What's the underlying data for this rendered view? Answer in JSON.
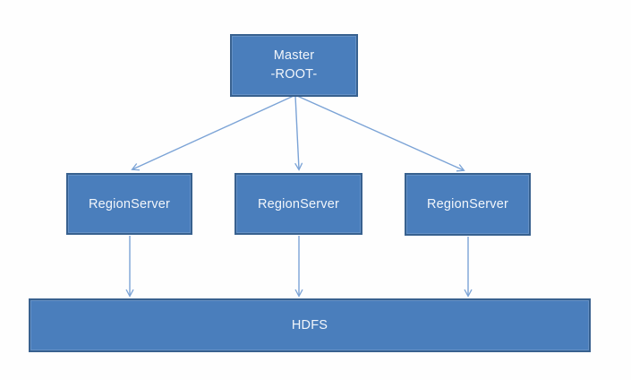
{
  "diagram": {
    "type": "architecture-diagram",
    "background": "#fefefe",
    "colors": {
      "node_fill": "#4a7ebc",
      "node_border": "#38618f",
      "arrow": "#7ba3d6",
      "text": "#f2f6fb"
    },
    "nodes": {
      "master": {
        "lines": [
          "Master",
          "-ROOT-"
        ]
      },
      "regionserver1": {
        "label": "RegionServer"
      },
      "regionserver2": {
        "label": "RegionServer"
      },
      "regionserver3": {
        "label": "RegionServer"
      },
      "hdfs": {
        "label": "HDFS"
      }
    },
    "edges": [
      {
        "from": "master",
        "to": "regionserver1",
        "style": "open-arrow"
      },
      {
        "from": "master",
        "to": "regionserver2",
        "style": "open-arrow"
      },
      {
        "from": "master",
        "to": "regionserver3",
        "style": "open-arrow"
      },
      {
        "from": "regionserver1",
        "to": "hdfs",
        "style": "open-arrow"
      },
      {
        "from": "regionserver2",
        "to": "hdfs",
        "style": "open-arrow"
      },
      {
        "from": "regionserver3",
        "to": "hdfs",
        "style": "open-arrow"
      }
    ]
  }
}
